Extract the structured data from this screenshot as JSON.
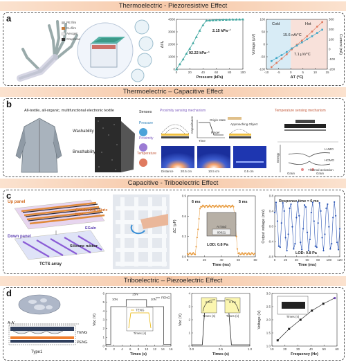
{
  "sections": {
    "a_title": "Thermoelectric - Piezoresistive Effect",
    "b_title": "Thermoelectric – Capacitive Effect",
    "c_title": "Capacitive - Triboelectric Effect",
    "d_title": "Triboelectric – Piezoelectric Effect"
  },
  "labels": {
    "a": "a",
    "b": "b",
    "c": "c",
    "d": "d"
  },
  "panel_a": {
    "legend": [
      "PE film",
      "Cu film",
      "Aerogel",
      "Graphene"
    ],
    "insets": [
      "Cold",
      "Hot"
    ],
    "chart_pressure": {
      "type": "line",
      "xlabel": "Pressure (kPa)",
      "ylabel": "ΔI/I₀",
      "xticks": [
        "0",
        "20",
        "40",
        "60",
        "80",
        "100"
      ],
      "yticks": [
        "0",
        "1000",
        "2000",
        "3000",
        "4000"
      ],
      "x": [
        0,
        5,
        10,
        15,
        20,
        25,
        30,
        35,
        40,
        45,
        50,
        55,
        60,
        65,
        70,
        75,
        80,
        85,
        90,
        95,
        100
      ],
      "y": [
        0,
        400,
        800,
        1250,
        1650,
        2100,
        2600,
        3100,
        3550,
        3900,
        3920,
        3940,
        3950,
        3960,
        3970,
        3975,
        3985,
        3990,
        3995,
        4000,
        4005
      ],
      "xlim": [
        0,
        100
      ],
      "ylim": [
        0,
        4000
      ],
      "annotations": [
        "2.15 kPa⁻¹",
        "92.22 kPa⁻¹"
      ]
    },
    "chart_thermo": {
      "type": "line",
      "xlabel": "ΔT (°C)",
      "ylabel_left": "Voltage (μV)",
      "ylabel_right": "Current (nA)",
      "xticks": [
        "-10",
        "-5",
        "0",
        "5",
        "10",
        "15"
      ],
      "yticks_left": [
        "-100",
        "-50",
        "0",
        "50",
        "100"
      ],
      "yticks_right": [
        "-200",
        "-100",
        "0",
        "100",
        "200",
        "300"
      ],
      "zones": [
        "Cold",
        "Hot"
      ],
      "series": [
        {
          "x": [
            -10,
            -7.5,
            -5,
            -2.5,
            0,
            2.5,
            5,
            7.5,
            10,
            12.5,
            15
          ],
          "y": [
            -118,
            -95,
            -72,
            -48,
            -20,
            5,
            28,
            52,
            78,
            105,
            130
          ],
          "color": "#e07a5f"
        },
        {
          "x": [
            -10,
            -7.5,
            -5,
            -2.5,
            0,
            2.5,
            5,
            7.5,
            10,
            12.5,
            15
          ],
          "y": [
            -85,
            -68,
            -52,
            -35,
            -15,
            0,
            18,
            35,
            52,
            70,
            88
          ],
          "color": "#3fa7c7"
        }
      ],
      "annotations": [
        "15.6 nA/°C",
        "7.1 μV/°C"
      ]
    }
  },
  "panel_b": {
    "textile_title": "All-textile, all-organic, multifunctional electronic textile",
    "washability": "Washability",
    "breathability": "Breathability",
    "senses_title": "Senses",
    "senses": [
      "Pressure",
      "Proximity",
      "Temperature"
    ],
    "proximity_title": "Proximity sensing mechanism",
    "temperature_title": "Temperature sensing mechanism",
    "proximity_labels": [
      "Origin state",
      "Approaching Object"
    ],
    "capacitance_label": "Capacitance",
    "time_label": "Time",
    "finger_label": "Finger",
    "distances": [
      "Distance",
      "20.5 cm",
      "10.5 cm",
      "0.5 cm"
    ],
    "band_labels": [
      "LUMO",
      "HOMO"
    ],
    "energy_label": "Energy",
    "bottom_labels": [
      "Grain",
      "Grain",
      "Thermal activation"
    ]
  },
  "panel_c": {
    "up_panel": "Up panel",
    "down_panel": "Down panel",
    "fabric": "Conductive fabric tape",
    "egain": "EGaIn",
    "silicone": "Silicone rubber",
    "array": "TCTS array",
    "chart_cap": {
      "type": "line",
      "xlabel": "Time (ms)",
      "ylabel": "ΔC (pF)",
      "xticks": [
        "0",
        "20",
        "40",
        "60",
        "80"
      ],
      "yticks": [
        "0.0",
        "0.3",
        "0.6",
        "0.9"
      ],
      "xlim": [
        0,
        85
      ],
      "ylim": [
        0,
        1.0
      ],
      "annotations": [
        "6 ms",
        "5 ms",
        "LOD: 0.8 Pa",
        "At load",
        "00021"
      ]
    },
    "chart_tribo": {
      "type": "line",
      "xlabel": "Time (ms)",
      "ylabel": "Output voltage (mV)",
      "xticks": [
        "0",
        "20",
        "40",
        "60",
        "80",
        "100",
        "120"
      ],
      "yticks": [
        "-0.8",
        "-0.4",
        "0.0",
        "0.4",
        "0.8"
      ],
      "xlim": [
        0,
        120
      ],
      "ylim": [
        -0.9,
        0.9
      ],
      "annotations": [
        "Response time ≈ 6 ms",
        "LOD: 0.8 Pa"
      ]
    }
  },
  "panel_d": {
    "aa": "A-A'",
    "teng": "TENG",
    "peng": "PENG",
    "type1": "Type1",
    "chart_voc": {
      "type": "line",
      "xlabel": "Times (s)",
      "ylabel": "Voc (V)",
      "xticks": [
        "0",
        "2",
        "4",
        "6",
        "8",
        "10",
        "12",
        "14",
        "16"
      ],
      "yticks": [
        "0",
        "1",
        "2",
        "3",
        "4",
        "5",
        "6"
      ],
      "steps": [
        "10N",
        "25N",
        "10N"
      ],
      "legend": [
        "PENG",
        "TENG"
      ],
      "inset_xlabel": "Times (s)"
    },
    "chart_pulse": {
      "type": "line",
      "xlabel": "Times (s)",
      "ylabel": "Voc (V)",
      "xticks": [
        "0.0",
        "0.5",
        "1.0"
      ],
      "yticks": [
        "0",
        "1",
        "2",
        "3",
        "4"
      ],
      "inset_labels": [
        "8 ms",
        "8 ms"
      ],
      "inset_xlabel": "Times (s)"
    },
    "chart_freq": {
      "type": "line",
      "xlabel": "Frequency (Hz)",
      "ylabel": "Voltage (V)",
      "xticks": [
        "10",
        "20",
        "30",
        "40",
        "50",
        "60"
      ],
      "yticks": [
        "1.0",
        "1.5",
        "2.0",
        "2.5",
        "3.0"
      ],
      "x": [
        10,
        20,
        30,
        40,
        50,
        60
      ],
      "y": [
        1.15,
        1.65,
        2.05,
        2.45,
        2.75,
        3.0
      ],
      "xlim": [
        5,
        62
      ],
      "ylim": [
        0.9,
        3.2
      ],
      "inset_xlabel": "Times (s)"
    }
  }
}
